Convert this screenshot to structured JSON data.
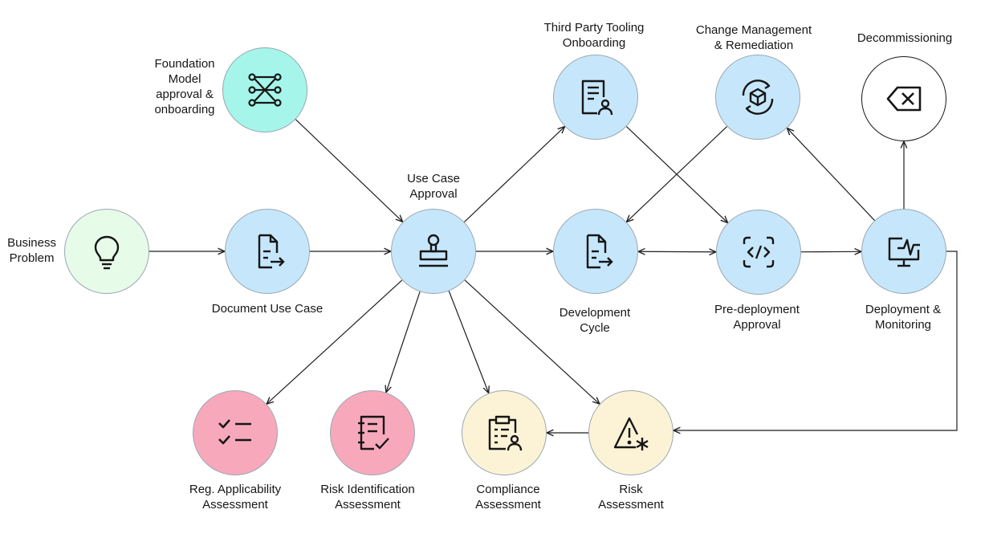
{
  "colors": {
    "blue": "#c6e7fb",
    "teal": "#a5f5ea",
    "green": "#e6fbe8",
    "pink": "#f7a9bb",
    "yellow": "#fcf3d6",
    "white": "#ffffff",
    "stroke": "#161616",
    "edge": "#1f1f1f"
  },
  "nodes": {
    "business_problem": {
      "label": [
        "Business",
        "Problem"
      ],
      "icon": "lightbulb-icon",
      "color": "green"
    },
    "document_use_case": {
      "label": [
        "Document Use Case"
      ],
      "icon": "document-export-icon",
      "color": "blue"
    },
    "foundation_model": {
      "label": [
        "Foundation",
        "Model",
        "approval &",
        "onboarding"
      ],
      "icon": "network-icon",
      "color": "teal"
    },
    "use_case_approval": {
      "label": [
        "Use Case",
        "Approval"
      ],
      "icon": "stamp-icon",
      "color": "blue"
    },
    "third_party": {
      "label": [
        "Third Party Tooling",
        "Onboarding"
      ],
      "icon": "document-user-icon",
      "color": "blue"
    },
    "change_management": {
      "label": [
        "Change Management",
        "& Remediation"
      ],
      "icon": "cube-cycle-icon",
      "color": "blue"
    },
    "decommissioning": {
      "label": [
        "Decommissioning"
      ],
      "icon": "backspace-icon",
      "color": "white"
    },
    "development_cycle": {
      "label": [
        "Development",
        "Cycle"
      ],
      "icon": "document-export-icon",
      "color": "blue"
    },
    "pre_deployment": {
      "label": [
        "Pre-deployment",
        "Approval"
      ],
      "icon": "code-icon",
      "color": "blue"
    },
    "deployment": {
      "label": [
        "Deployment &",
        "Monitoring"
      ],
      "icon": "monitor-activity-icon",
      "color": "blue"
    },
    "reg_applicability": {
      "label": [
        "Reg. Applicability",
        "Assessment"
      ],
      "icon": "checklist-icon",
      "color": "pink"
    },
    "risk_identification": {
      "label": [
        "Risk Identification",
        "Assessment"
      ],
      "icon": "notebook-check-icon",
      "color": "pink"
    },
    "compliance": {
      "label": [
        "Compliance",
        "Assessment"
      ],
      "icon": "clipboard-user-icon",
      "color": "yellow"
    },
    "risk_assessment": {
      "label": [
        "Risk",
        "Assessment"
      ],
      "icon": "warning-asterisk-icon",
      "color": "yellow"
    }
  },
  "edges": [
    {
      "from": "business_problem",
      "to": "document_use_case"
    },
    {
      "from": "document_use_case",
      "to": "use_case_approval"
    },
    {
      "from": "foundation_model",
      "to": "use_case_approval"
    },
    {
      "from": "use_case_approval",
      "to": "third_party"
    },
    {
      "from": "use_case_approval",
      "to": "development_cycle"
    },
    {
      "from": "third_party",
      "to": "pre_deployment"
    },
    {
      "from": "change_management",
      "to": "development_cycle"
    },
    {
      "from": "development_cycle",
      "to": "pre_deployment",
      "bidirectional": true
    },
    {
      "from": "pre_deployment",
      "to": "deployment"
    },
    {
      "from": "deployment",
      "to": "change_management"
    },
    {
      "from": "deployment",
      "to": "decommissioning"
    },
    {
      "from": "deployment",
      "to": "risk_assessment",
      "routed": true
    },
    {
      "from": "risk_assessment",
      "to": "compliance"
    },
    {
      "from": "use_case_approval",
      "to": "reg_applicability"
    },
    {
      "from": "use_case_approval",
      "to": "risk_identification"
    },
    {
      "from": "use_case_approval",
      "to": "compliance"
    },
    {
      "from": "use_case_approval",
      "to": "risk_assessment"
    }
  ]
}
